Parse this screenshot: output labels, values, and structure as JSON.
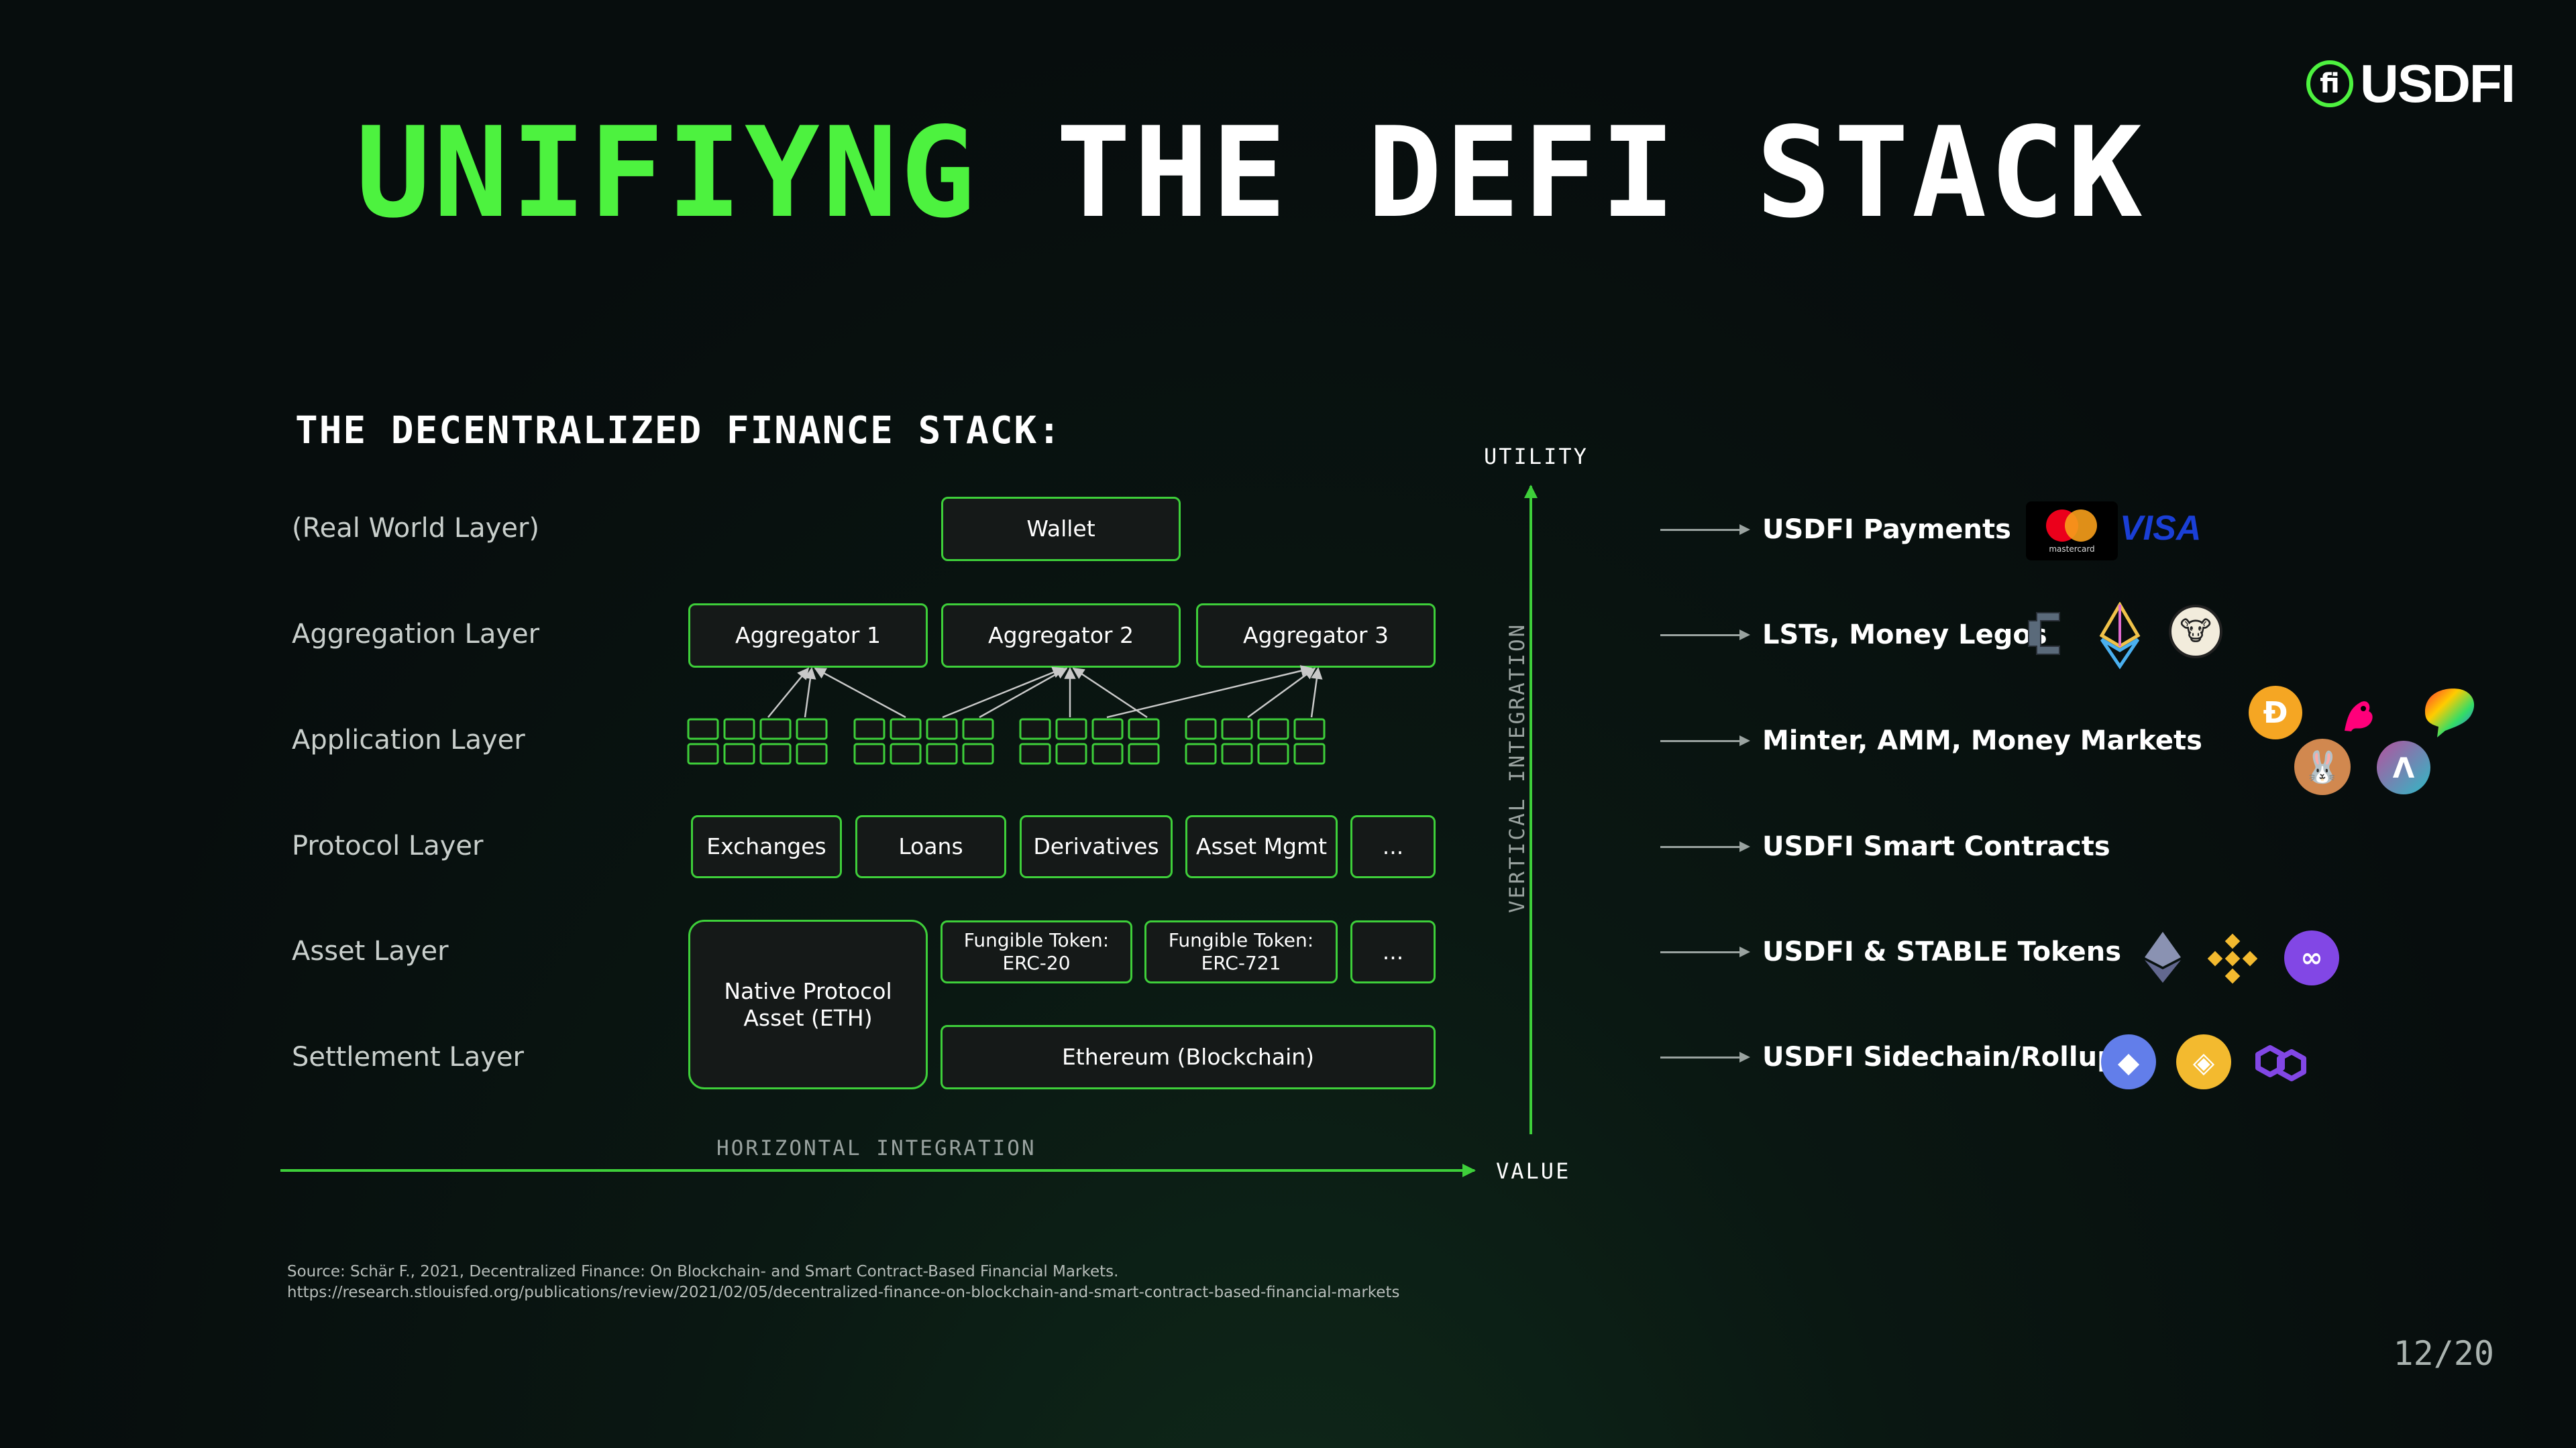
{
  "brand": {
    "logo_mark": "fi",
    "logo_text": "USDFI",
    "accent": "#4df23f"
  },
  "title": {
    "part1": "UNIFIYNG",
    "part2": "THE DEFI STACK"
  },
  "subtitle": "THE DECENTRALIZED FINANCE STACK:",
  "layers": [
    "(Real World Layer)",
    "Aggregation Layer",
    "Application Layer",
    "Protocol Layer",
    "Asset Layer",
    "Settlement Layer"
  ],
  "wallet": "Wallet",
  "aggregators": [
    "Aggregator 1",
    "Aggregator 2",
    "Aggregator 3"
  ],
  "protocols": [
    "Exchanges",
    "Loans",
    "Derivatives",
    "Asset Mgmt",
    "..."
  ],
  "assets": {
    "native_line1": "Native Protocol",
    "native_line2": "Asset (ETH)",
    "erc20_line1": "Fungible Token:",
    "erc20_line2": "ERC-20",
    "erc721_line1": "Fungible Token:",
    "erc721_line2": "ERC-721",
    "more": "..."
  },
  "settlement": "Ethereum (Blockchain)",
  "axes": {
    "utility": "UTILITY",
    "vertical": "VERTICAL INTEGRATION",
    "horizontal": "HORIZONTAL INTEGRATION",
    "value": "VALUE"
  },
  "usdfi_rows": [
    "USDFI Payments",
    "LSTs, Money Legos",
    "Minter, AMM, Money Markets",
    "USDFI Smart Contracts",
    "USDFI & STABLE Tokens",
    "USDFI Sidechain/Rollup"
  ],
  "icons": {
    "mastercard_caption": "mastercard",
    "visa": "VISA"
  },
  "source": {
    "line1": "Source: Schär F., 2021, Decentralized Finance: On Blockchain- and Smart Contract-Based Financial Markets.",
    "line2": "https://research.stlouisfed.org/publications/review/2021/02/05/decentralized-finance-on-blockchain-and-smart-contract-based-financial-markets"
  },
  "page": "12/20"
}
